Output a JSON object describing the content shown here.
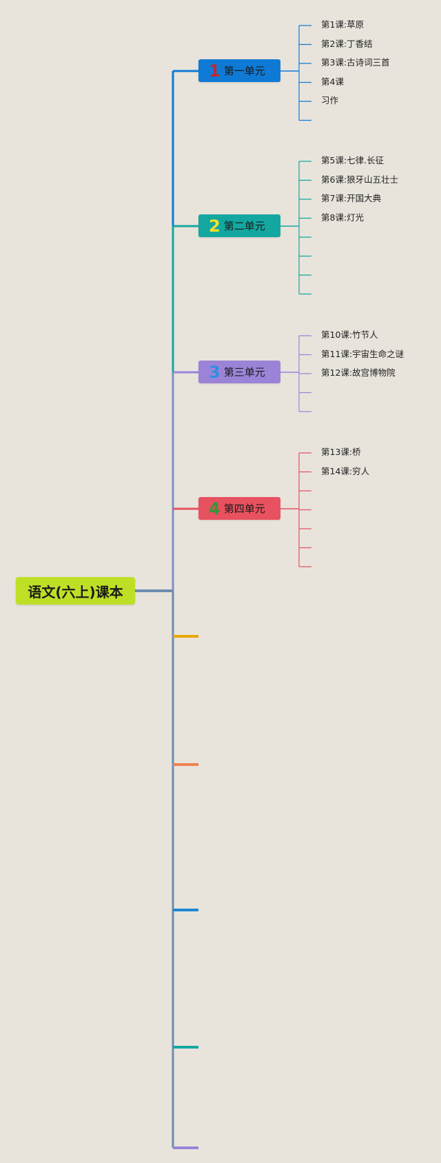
{
  "root": {
    "label": "语文(六上)课本",
    "color": "#bde026"
  },
  "units": [
    {
      "number": "1",
      "label": "第一单元",
      "color": "#0f7ad6",
      "number_color": "#c0282d",
      "line_color": "#0f7ad6",
      "lessons": [
        "第1课:草原",
        "第2课:丁香结",
        "第3课:古诗词三首",
        "第4课",
        "习作",
        ""
      ]
    },
    {
      "number": "2",
      "label": "第二单元",
      "color": "#13a7a0",
      "number_color": "#f5e12a",
      "line_color": "#13a7a0",
      "lessons": [
        "第5课:七律.长征",
        "第6课:狼牙山五壮士",
        "第7课:开国大典",
        "第8课:灯光",
        "",
        "",
        "",
        ""
      ]
    },
    {
      "number": "3",
      "label": "第三单元",
      "color": "#9b84d8",
      "number_color": "#2f8fe0",
      "line_color": "#9b84d8",
      "lessons": [
        "第10课:竹节人",
        "第11课:宇宙生命之谜",
        "第12课:故宫博物院",
        "",
        ""
      ]
    },
    {
      "number": "4",
      "label": "第四单元",
      "color": "#e8515f",
      "number_color": "#2f9a3a",
      "line_color": "#e8515f",
      "lessons": [
        "第13课:桥",
        "第14课:穷人",
        "",
        "",
        "",
        "",
        ""
      ]
    }
  ],
  "empty_branches": [
    {
      "color": "#e8a800"
    },
    {
      "color": "#f08050"
    },
    {
      "color": "#1f86d6"
    },
    {
      "color": "#13a7a0"
    },
    {
      "color": "#9b84d8"
    }
  ]
}
